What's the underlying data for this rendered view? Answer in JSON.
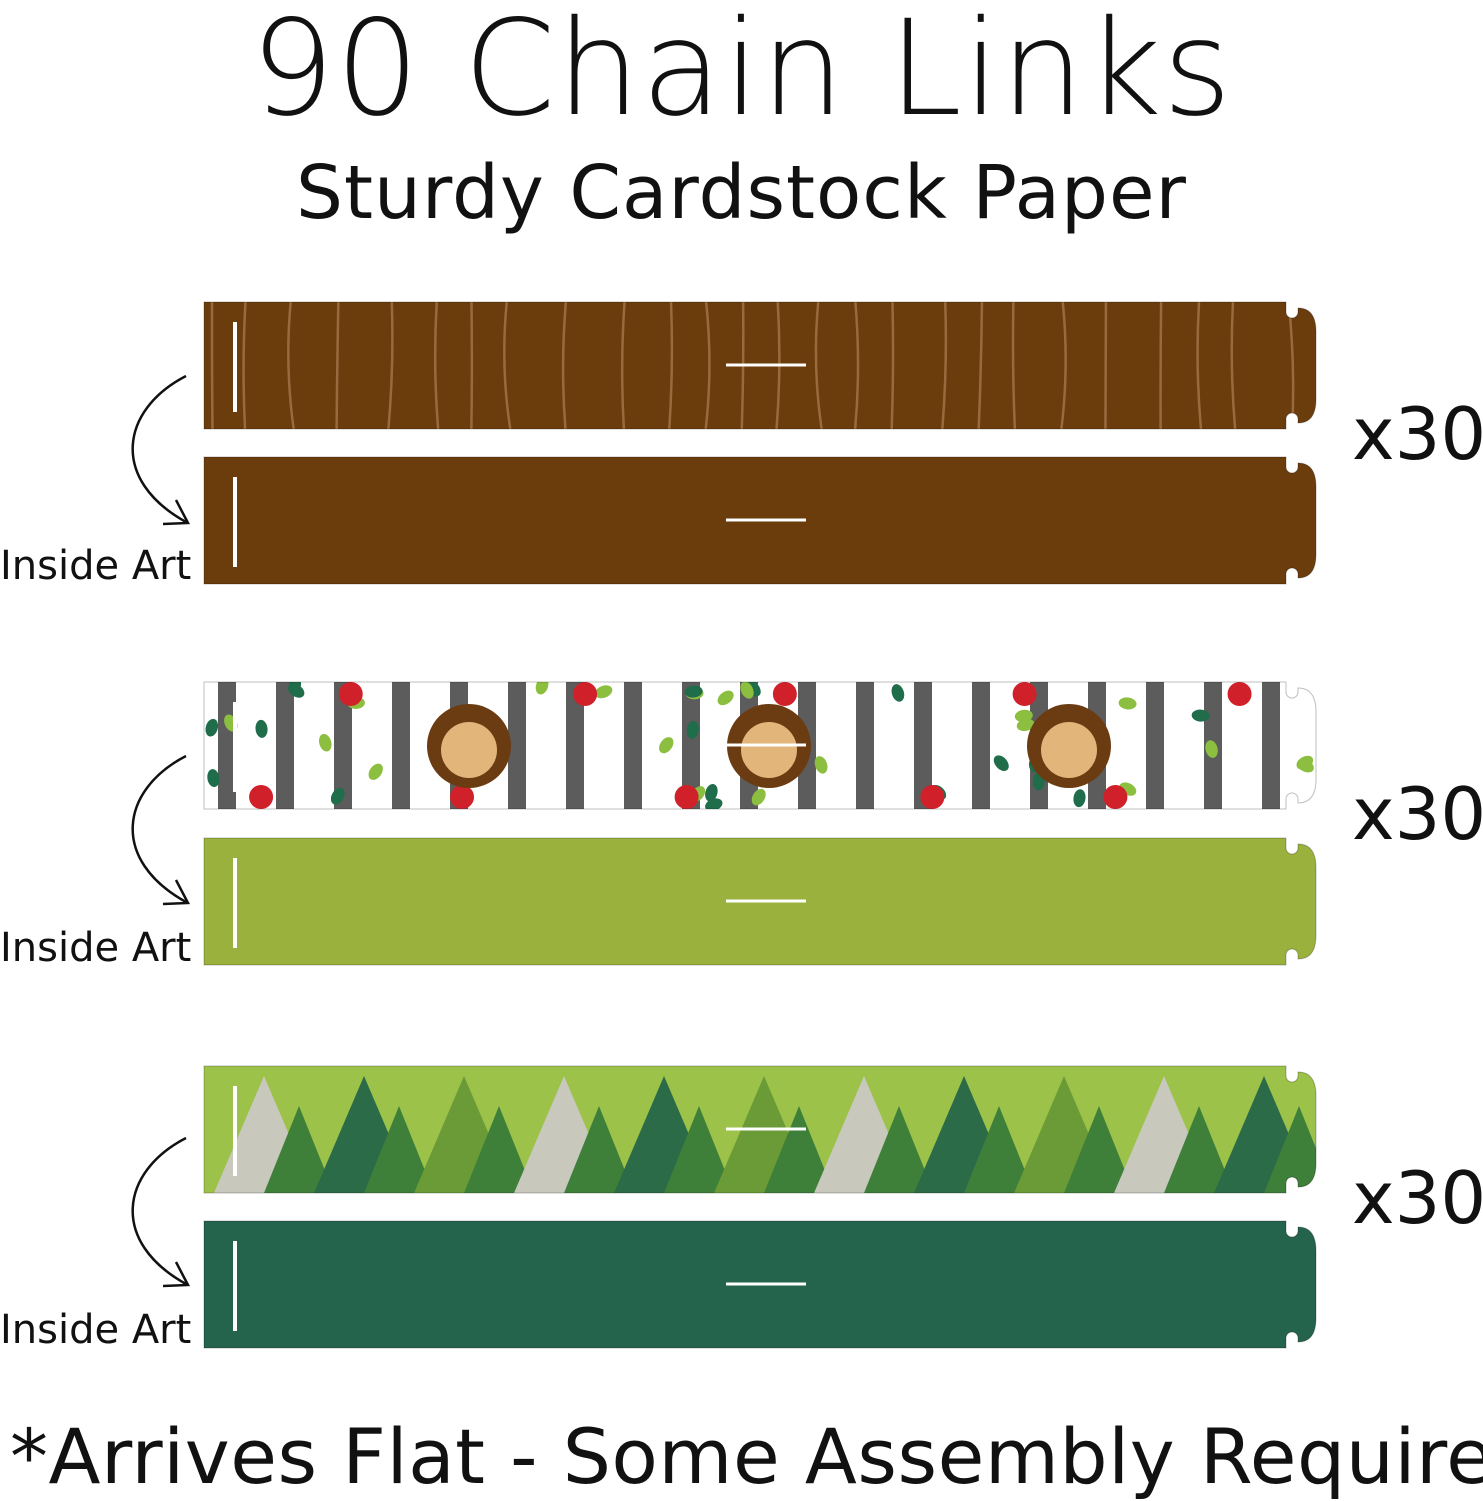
{
  "title": "90 Chain Links",
  "subtitle": "Sturdy Cardstock Paper",
  "groups": [
    {
      "outside_pattern": "tree-bark",
      "inside_color": "#6b3c0c",
      "count_label": "x30",
      "inside_label": "Inside Art"
    },
    {
      "outside_pattern": "hedgehog-birch-forest",
      "inside_color": "#9ab13d",
      "count_label": "x30",
      "inside_label": "Inside Art"
    },
    {
      "outside_pattern": "green-mountain-trees",
      "inside_color": "#24634c",
      "count_label": "x30",
      "inside_label": "Inside Art"
    }
  ],
  "footer": "*Arrives Flat - Some Assembly Required"
}
